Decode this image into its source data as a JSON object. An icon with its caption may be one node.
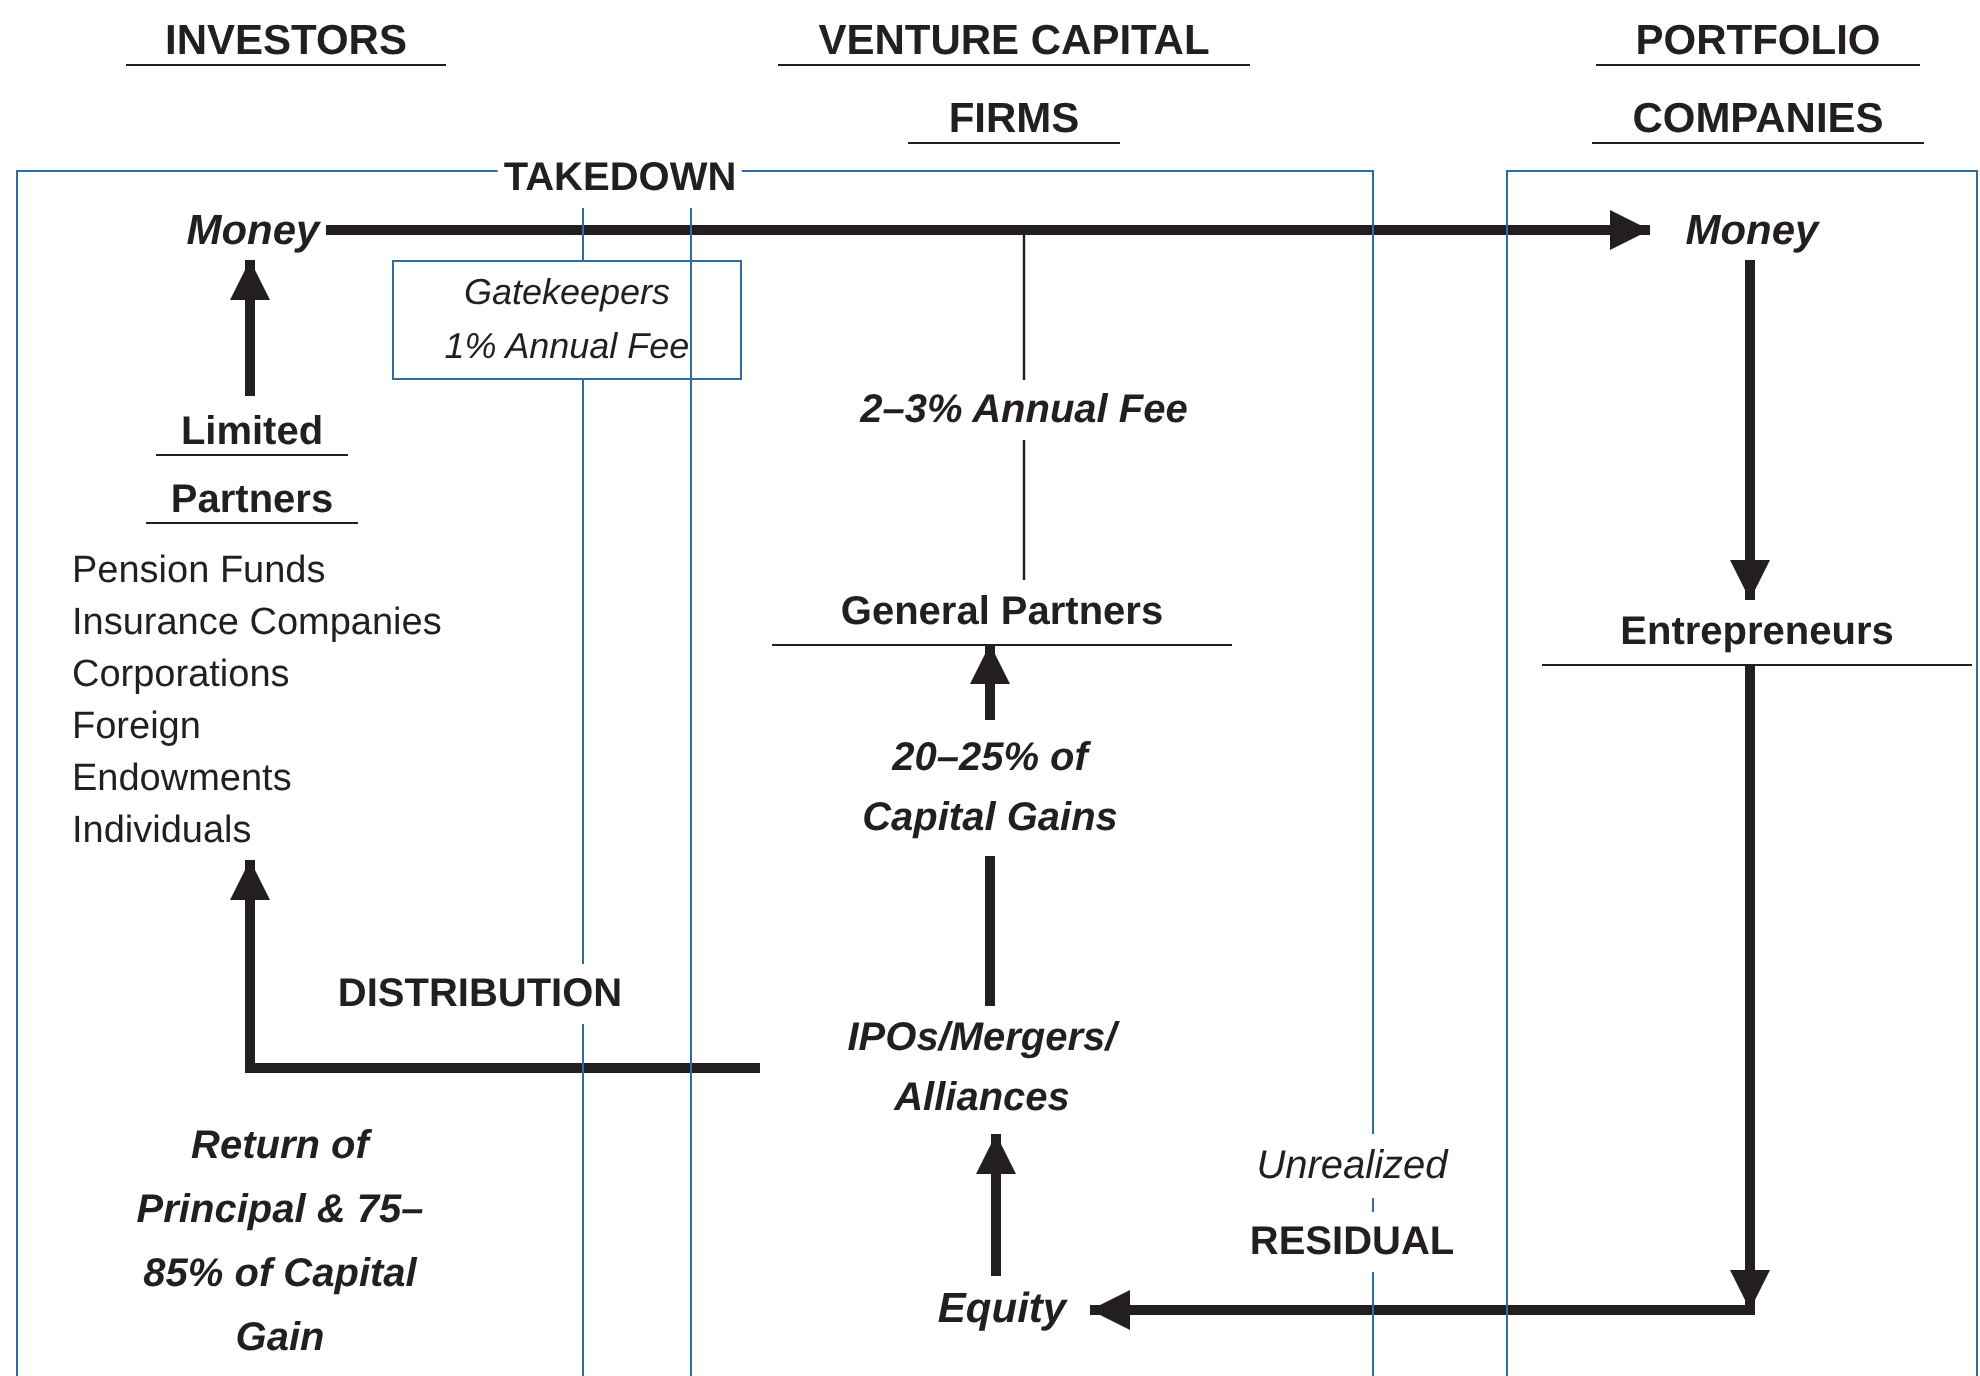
{
  "diagram": {
    "nodes": [
      {
        "text": [
          "INVESTORS"
        ]
      },
      {
        "text": [
          "Money"
        ],
        "in": 0
      },
      {
        "text": [
          "Limited Partners",
          "Pension Funds",
          "Insurance Companies",
          "Corporations",
          "Foreign",
          "Endowments",
          "Individuals"
        ],
        "in": 0
      },
      {
        "text": [
          "Gatekeepers",
          "1% Annual Fee"
        ]
      },
      {
        "text": [
          "VENTURE CAPITAL FIRMS"
        ]
      },
      {
        "text": [
          "General Partners"
        ],
        "in": 4
      },
      {
        "text": [
          "IPOs/Mergers/ Alliances"
        ],
        "in": 4
      },
      {
        "text": [
          "Equity"
        ],
        "in": 4
      },
      {
        "text": [
          "PORTFOLIO COMPANIES"
        ]
      },
      {
        "text": [
          "Money"
        ],
        "in": 8
      },
      {
        "text": [
          "Entrepreneurs"
        ],
        "in": 8
      }
    ],
    "edges": [
      {
        "from": 2,
        "to": 1,
        "arrow": "to"
      },
      {
        "from": 1,
        "to": 9,
        "arrow": "to",
        "label": "TAKEDOWN"
      },
      {
        "from": null,
        "to": 5,
        "arrow": "none",
        "label": "2–3% Annual Fee"
      },
      {
        "from": 6,
        "to": 5,
        "arrow": "to",
        "label": "20–25% of Capital Gains"
      },
      {
        "from": 9,
        "to": 10,
        "arrow": "to"
      },
      {
        "from": 10,
        "to": 7,
        "arrow": "to",
        "label": "RESIDUAL"
      },
      {
        "from": 7,
        "to": 6,
        "arrow": "to"
      },
      {
        "from": 6,
        "to": 2,
        "arrow": "to",
        "label": "DISTRIBUTION"
      }
    ],
    "labels": [
      "Unrealized",
      "Return of Principal & 75–85% of Capital Gain"
    ]
  }
}
